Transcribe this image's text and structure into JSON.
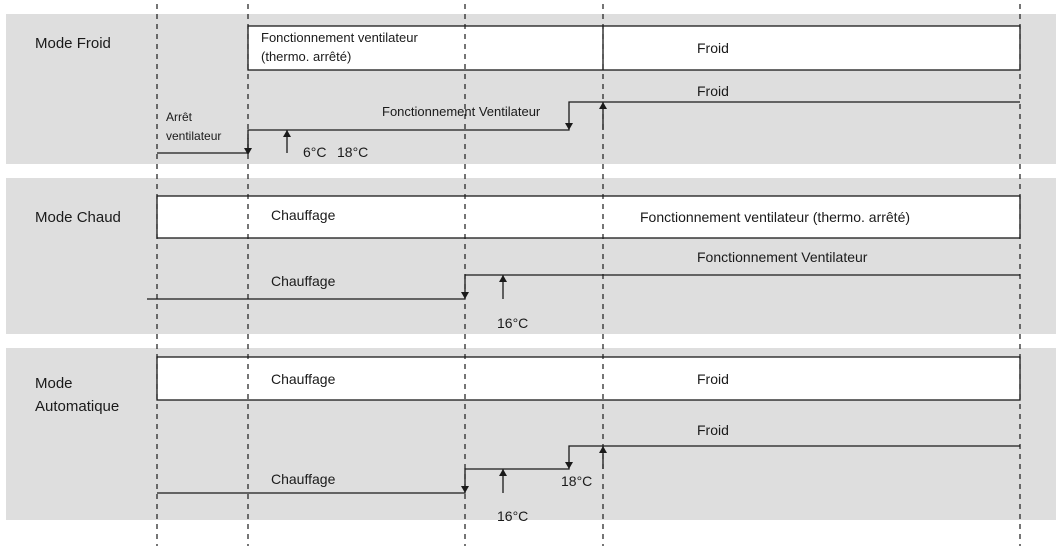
{
  "colors": {
    "band": "#dedede",
    "line": "#1a1a1a",
    "box": "#ffffff"
  },
  "froid": {
    "mode_label": "Mode Froid",
    "box_fan_line1": "Fonctionnement ventilateur",
    "box_fan_line2": "(thermo. arrêté)",
    "box_cool": "Froid",
    "state_off_line1": "Arrêt",
    "state_off_line2": "ventilateur",
    "state_fan": "Fonctionnement Ventilateur",
    "state_cool": "Froid",
    "temp_low": "6°C",
    "temp_high": "18°C"
  },
  "chaud": {
    "mode_label": "Mode Chaud",
    "box_heat": "Chauffage",
    "box_fan": "Fonctionnement ventilateur (thermo. arrêté)",
    "state_heat": "Chauffage",
    "state_fan": "Fonctionnement Ventilateur",
    "temp": "16°C"
  },
  "auto": {
    "mode_label_line1": "Mode",
    "mode_label_line2": "Automatique",
    "box_heat": "Chauffage",
    "box_cool": "Froid",
    "state_heat": "Chauffage",
    "state_cool": "Froid",
    "temp_low": "16°C",
    "temp_high": "18°C"
  }
}
